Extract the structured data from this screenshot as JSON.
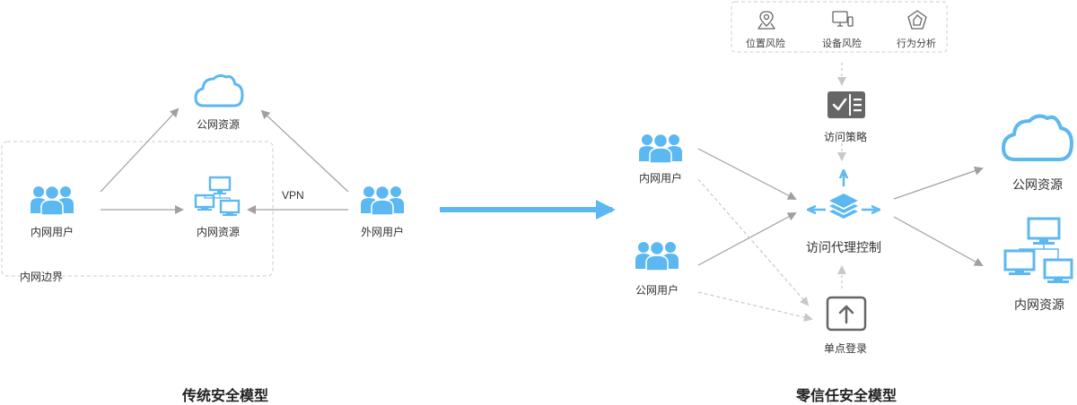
{
  "traditional": {
    "title": "传统安全模型",
    "boundary_label": "内网边界",
    "public_resource": "公网资源",
    "internal_resource": "内网资源",
    "internal_user": "内网用户",
    "external_user": "外网用户",
    "vpn_label": "VPN"
  },
  "zero_trust": {
    "title": "零信任安全模型",
    "risk_panel": {
      "items": [
        {
          "label": "位置风险",
          "icon": "location-risk-icon"
        },
        {
          "label": "设备风险",
          "icon": "device-risk-icon"
        },
        {
          "label": "行为分析",
          "icon": "behavior-analysis-icon"
        }
      ]
    },
    "access_policy": "访问策略",
    "access_proxy": "访问代理控制",
    "sso": "单点登录",
    "internal_user": "内网用户",
    "public_user": "公网用户",
    "public_resource": "公网资源",
    "internal_resource": "内网资源"
  },
  "colors": {
    "accent": "#5cb8f0",
    "arrow_gray": "#a0a0a0",
    "dashed_border": "#cccccc",
    "icon_dark": "#666666"
  }
}
